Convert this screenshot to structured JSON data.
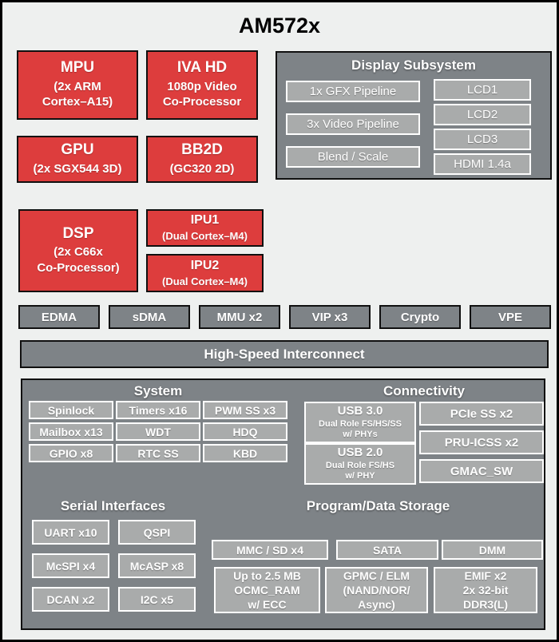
{
  "title": "AM572x",
  "colors": {
    "red": "#dd3d3d",
    "panel_gray": "#7e8387",
    "chip_gray": "#a9abab",
    "background": "#eef0ef",
    "border_black": "#101010"
  },
  "processors": [
    {
      "title": "MPU",
      "subtitle": "(2x ARM\nCortex–A15)"
    },
    {
      "title": "IVA HD",
      "subtitle": "1080p Video\nCo-Processor"
    },
    {
      "title": "GPU",
      "subtitle": "(2x SGX544 3D)"
    },
    {
      "title": "BB2D",
      "subtitle": "(GC320 2D)"
    },
    {
      "title": "DSP",
      "subtitle": "(2x C66x\nCo-Processor)"
    },
    {
      "title": "IPU1",
      "subtitle": "(Dual Cortex–M4)"
    },
    {
      "title": "IPU2",
      "subtitle": "(Dual Cortex–M4)"
    }
  ],
  "display_subsystem": {
    "title": "Display Subsystem",
    "pipelines": [
      "1x GFX Pipeline",
      "3x Video Pipeline",
      "Blend / Scale"
    ],
    "outputs": [
      "LCD1",
      "LCD2",
      "LCD3",
      "HDMI 1.4a"
    ]
  },
  "dma_row": [
    "EDMA",
    "sDMA",
    "MMU x2",
    "VIP x3",
    "Crypto",
    "VPE"
  ],
  "interconnect": "High-Speed Interconnect",
  "system": {
    "title": "System",
    "items": [
      "Spinlock",
      "Timers x16",
      "PWM SS x3",
      "Mailbox x13",
      "WDT",
      "HDQ",
      "GPIO x8",
      "RTC SS",
      "KBD"
    ]
  },
  "connectivity": {
    "title": "Connectivity",
    "usb": [
      {
        "title": "USB 3.0",
        "subtitle": "Dual Role FS/HS/SS\nw/ PHYs"
      },
      {
        "title": "USB 2.0",
        "subtitle": "Dual Role FS/HS\nw/ PHY"
      }
    ],
    "items": [
      "PCIe SS x2",
      "PRU-ICSS x2",
      "GMAC_SW"
    ]
  },
  "serial": {
    "title": "Serial Interfaces",
    "items": [
      "UART x10",
      "QSPI",
      "McSPI x4",
      "McASP x8",
      "DCAN x2",
      "I2C x5"
    ]
  },
  "storage": {
    "title": "Program/Data Storage",
    "row1": [
      "MMC / SD x4",
      "SATA",
      "DMM"
    ],
    "row2": [
      "Up to 2.5 MB\nOCMC_RAM\nw/ ECC",
      "GPMC / ELM\n(NAND/NOR/\nAsync)",
      "EMIF x2\n2x 32-bit\nDDR3(L)"
    ]
  }
}
